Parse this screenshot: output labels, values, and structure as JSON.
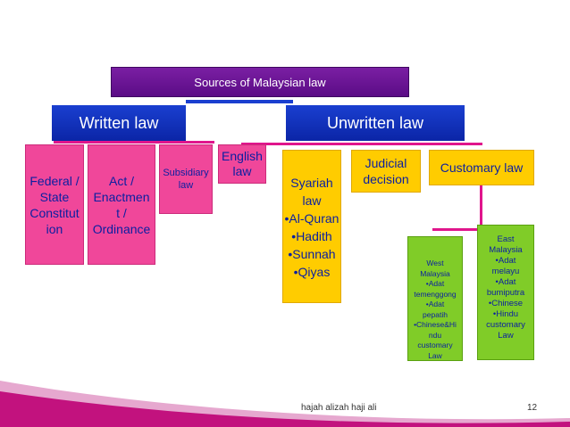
{
  "title": "Sources of  Malaysian law",
  "written_law": "Written law",
  "unwritten_law": "Unwritten law",
  "written_children": {
    "federal": "Federal /\nState\nConstitut\nion",
    "act": "Act /\nEnactmen\nt /\nOrdinance",
    "subsidiary": "Subsidiary\nlaw"
  },
  "unwritten_children": {
    "english": "English\nlaw",
    "syariah": "Syariah\nlaw\n•Al-Quran\n•Hadith\n•Sunnah\n•Qiyas",
    "judicial": "Judicial\ndecision",
    "customary": "Customary law"
  },
  "customary_children": {
    "west": "West\nMalaysia\n•Adat\ntemenggong\n•Adat\npepatih\n•Chinese&Hi\nndu\ncustomary\nLaw",
    "east": "East\nMalaysia\n•Adat\nmelayu\n•Adat\nbumiputra\n•Chinese\n•Hindu\ncustomary\nLaw"
  },
  "footer": {
    "author": "hajah alizah haji ali",
    "page": "12"
  },
  "colors": {
    "title_bg": "#6a1696",
    "header_bg": "#1233c0",
    "pink": "#f0479a",
    "yellow": "#ffcc00",
    "green": "#80cc28",
    "text_blue": "#0a1fa1",
    "connector": "#e0158c",
    "wave": "#c2127e"
  }
}
